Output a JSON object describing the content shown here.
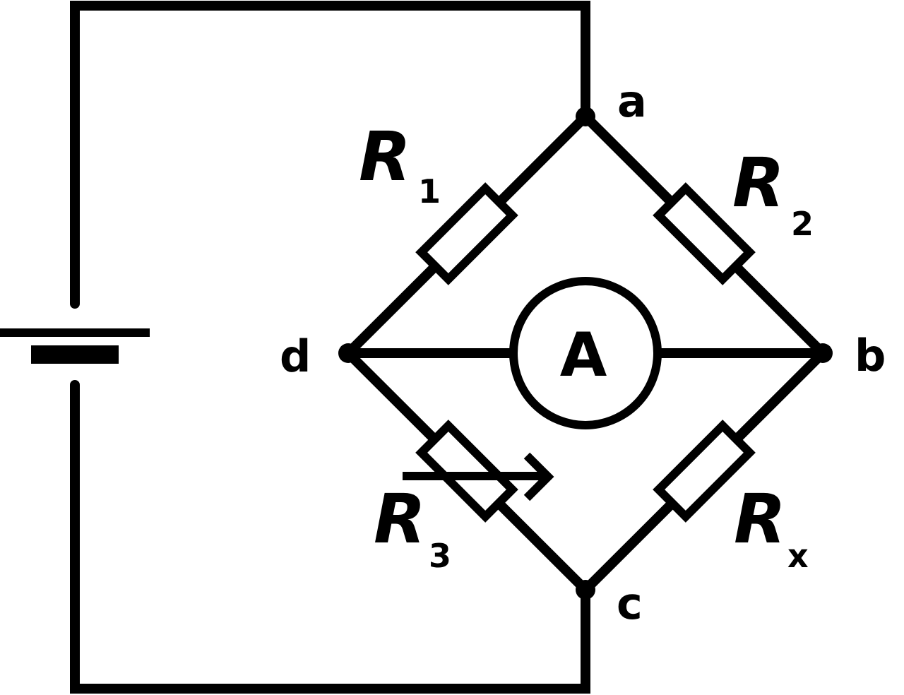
{
  "nodes": {
    "a": "a",
    "b": "b",
    "c": "c",
    "d": "d"
  },
  "resistors": {
    "r1": {
      "letter": "R",
      "sub": "1"
    },
    "r2": {
      "letter": "R",
      "sub": "2"
    },
    "r3": {
      "letter": "R",
      "sub": "3"
    },
    "rx": {
      "letter": "R",
      "sub": "x"
    }
  },
  "ammeter": {
    "label": "A"
  },
  "colors": {
    "line": "#000000",
    "background": "#ffffff"
  }
}
